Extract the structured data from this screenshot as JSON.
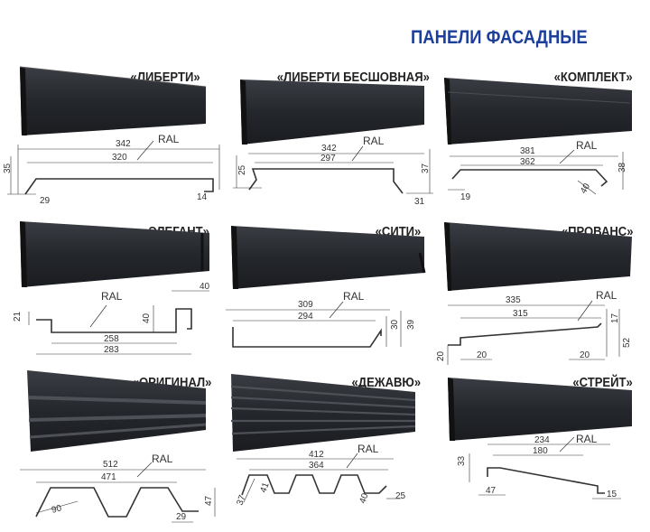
{
  "page_title": "ПАНЕЛИ ФАСАДНЫЕ",
  "colors": {
    "title": "#1d3f9c",
    "panel": "#25282d",
    "line": "#444444"
  },
  "panels": [
    {
      "name": "«ЛИБЕРТИ»",
      "ral": "RAL",
      "dims": [
        "342",
        "320",
        "35",
        "29",
        "14"
      ]
    },
    {
      "name": "«ЛИБЕРТИ БЕСШОВНАЯ»",
      "ral": "RAL",
      "dims": [
        "342",
        "297",
        "25",
        "37",
        "31"
      ]
    },
    {
      "name": "«КОМПЛЕКТ»",
      "ral": "RAL",
      "dims": [
        "381",
        "362",
        "38",
        "19",
        "40"
      ]
    },
    {
      "name": "«ЭЛЕГАНТ»",
      "ral": "RAL",
      "dims": [
        "40",
        "21",
        "40",
        "258",
        "283"
      ]
    },
    {
      "name": "«СИТИ»",
      "ral": "RAL",
      "dims": [
        "309",
        "294",
        "30",
        "39"
      ]
    },
    {
      "name": "«ПРОВАНС»",
      "ral": "RAL",
      "dims": [
        "335",
        "315",
        "17",
        "52",
        "20",
        "20",
        "20"
      ]
    },
    {
      "name": "«ОРИГИНАЛ»",
      "ral": "RAL",
      "dims": [
        "512",
        "471",
        "90",
        "47",
        "29"
      ]
    },
    {
      "name": "«ДЕЖАВЮ»",
      "ral": "RAL",
      "dims": [
        "412",
        "364",
        "37",
        "41",
        "40",
        "25"
      ]
    },
    {
      "name": "«СТРЕЙТ»",
      "ral": "RAL",
      "dims": [
        "234",
        "180",
        "33",
        "47",
        "15"
      ]
    }
  ]
}
